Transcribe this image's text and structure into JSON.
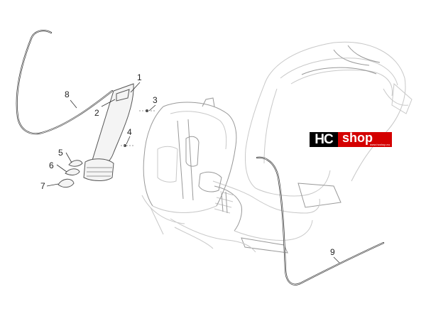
{
  "diagram": {
    "callouts": [
      {
        "id": "1",
        "label": "1"
      },
      {
        "id": "2",
        "label": "2"
      },
      {
        "id": "3",
        "label": "3"
      },
      {
        "id": "4",
        "label": "4"
      },
      {
        "id": "5",
        "label": "5"
      },
      {
        "id": "6",
        "label": "6"
      },
      {
        "id": "7",
        "label": "7"
      },
      {
        "id": "8",
        "label": "8"
      },
      {
        "id": "9",
        "label": "9"
      }
    ]
  },
  "logo": {
    "brand_left": "HC",
    "brand_right": "shop",
    "url_text": "www.hcshop.eu",
    "colors": {
      "left_bg": "#000000",
      "right_bg": "#d40000",
      "text": "#ffffff"
    }
  }
}
